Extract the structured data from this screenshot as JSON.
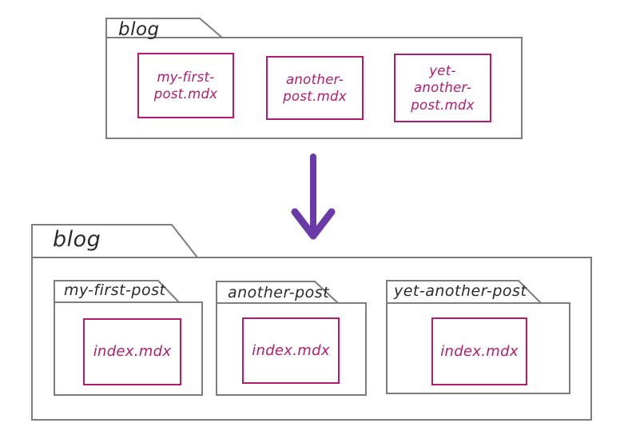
{
  "colors": {
    "outline_gray": "#7d7d7d",
    "file_magenta": "#b01d6e",
    "arrow_purple": "#6a3aa8",
    "ink_black": "#2a2a2a"
  },
  "top_folder": {
    "label": "blog",
    "files": [
      {
        "name": "my-first-post.mdx"
      },
      {
        "name": "another-post.mdx"
      },
      {
        "name": "yet-another-post.mdx"
      }
    ]
  },
  "arrow": {
    "direction": "down",
    "meaning": "transforms-into"
  },
  "bottom_folder": {
    "label": "blog",
    "subfolders": [
      {
        "label": "my-first-post",
        "file": "index.mdx"
      },
      {
        "label": "another-post",
        "file": "index.mdx"
      },
      {
        "label": "yet-another-post",
        "file": "index.mdx"
      }
    ]
  }
}
